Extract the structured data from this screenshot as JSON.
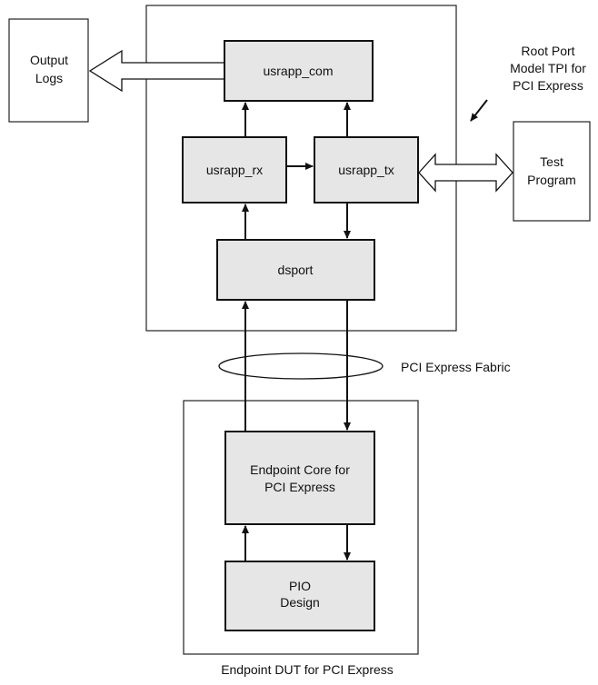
{
  "blocks": {
    "usrapp_com": "usrapp_com",
    "usrapp_rx": "usrapp_rx",
    "usrapp_tx": "usrapp_tx",
    "dsport": "dsport",
    "endpoint_core": [
      "Endpoint Core for",
      "PCI Express"
    ],
    "pio_design": [
      "PIO",
      "Design"
    ]
  },
  "external": {
    "output_logs": [
      "Output",
      "Logs"
    ],
    "test_program": [
      "Test",
      "Program"
    ]
  },
  "labels": {
    "root_port": [
      "Root Port",
      "Model TPI for",
      "PCI Express"
    ],
    "fabric": "PCI Express Fabric",
    "endpoint_dut": "Endpoint DUT for PCI Express"
  }
}
